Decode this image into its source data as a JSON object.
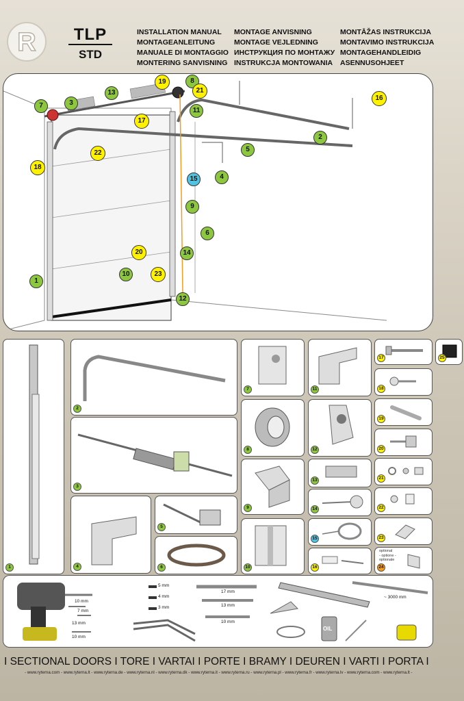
{
  "header": {
    "model": "TLP",
    "variant": "STD",
    "titles_col1": [
      "INSTALLATION MANUAL",
      "MONTAGEANLEITUNG",
      "MANUALE DI MONTAGGIO",
      "MONTERING SANVISNING"
    ],
    "titles_col2": [
      "MONTAGE ANVISNING",
      "MONTAGE VEJLEDNING",
      "ИНСТРУКЦИЯ ПО МОНТАЖУ",
      "INSTRUKCJA MONTOWANIA"
    ],
    "titles_col3": [
      "MONTĀŽAS INSTRUKCIJA",
      "MONTAVIMO INSTRUKCIJA",
      "MONTAGEHANDLEIDIG",
      "ASENNUSOHJEET"
    ]
  },
  "diagram_callouts": [
    "1",
    "2",
    "3",
    "4",
    "5",
    "6",
    "7",
    "8",
    "9",
    "10",
    "11",
    "12",
    "13",
    "14",
    "15",
    "16",
    "17",
    "18",
    "19",
    "20",
    "21",
    "22",
    "23"
  ],
  "parts": {
    "p1": "1",
    "p2": "2",
    "p3": "3",
    "p4": "4",
    "p5": "5",
    "p6": "6",
    "p7": "7",
    "p8": "8",
    "p9": "9",
    "p10": "10",
    "p11": "11",
    "p12": "12",
    "p13": "13",
    "p14": "14",
    "p15": "15",
    "p16": "16",
    "p17": "17",
    "p18": "18",
    "p19": "19",
    "p20": "20",
    "p21": "21",
    "p22": "22",
    "p23": "23",
    "p24": "24",
    "p25": "25",
    "optional": "optional",
    "optione": "- optione -",
    "optionale": "optionale"
  },
  "tools": {
    "drill_bit_10": "10 mm",
    "drill_bit_7": "7 mm",
    "socket_13": "13 mm",
    "socket_10": "10 mm",
    "hex_5": "5 mm",
    "hex_4": "4 mm",
    "hex_3": "3 mm",
    "wrench_17": "17 mm",
    "wrench_13": "13 mm",
    "wrench_10": "10 mm",
    "ruler": "~ 3000 mm",
    "oil": "OIL"
  },
  "footer": {
    "brand": "I SECTIONAL DOORS I TORE I VARTAI I PORTE I BRAMY I DEUREN I VARTI I PORTA I",
    "links": "- www.ryterna.com - www.ryterna.lt - www.ryterna.de - www.ryterna.nl - www.ryterna.dk - www.ryterna.it - www.ryterna.ru - www.ryterna.pl - www.ryterna.fr - www.ryterna.lv - www.ryterna.com - www.ryterna.lt -"
  },
  "colors": {
    "green": "#8dc63f",
    "yellow": "#fff200",
    "cyan": "#4fc3e0",
    "orange": "#f39c1f"
  }
}
